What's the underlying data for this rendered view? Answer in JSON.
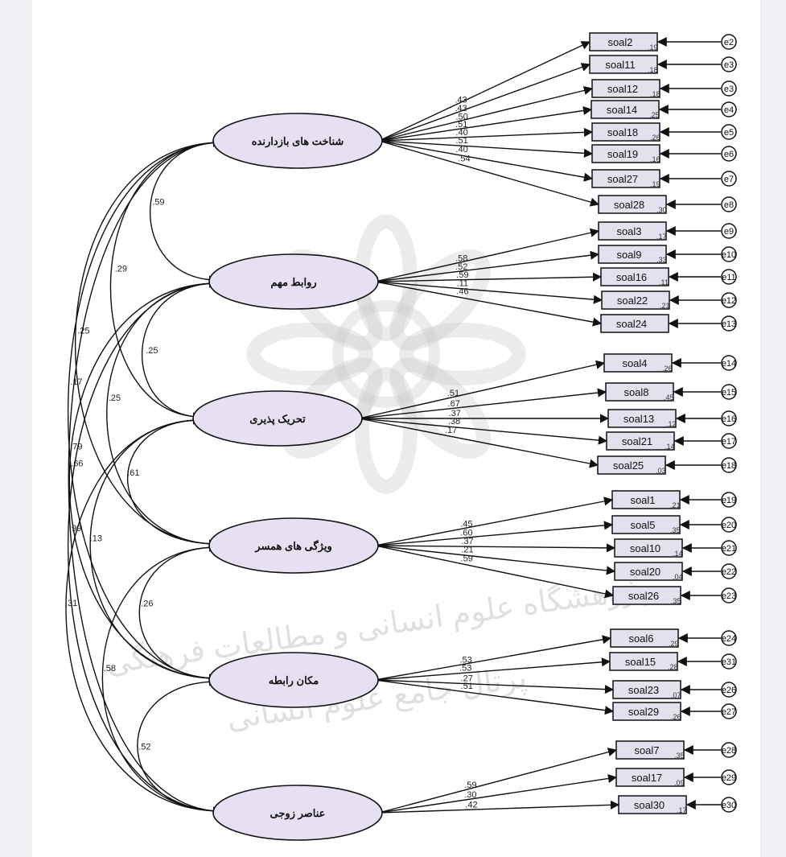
{
  "factors": [
    {
      "label": "شناخت های بازدارنده"
    },
    {
      "label": "روابط مهم"
    },
    {
      "label": "تحریک پذیری"
    },
    {
      "label": "ویژگی های همسر"
    },
    {
      "label": "مکان رابطه"
    },
    {
      "label": "عناصر زوجی"
    }
  ],
  "items": [
    {
      "name": "soal2",
      "error": "e2",
      "r2": ".19"
    },
    {
      "name": "soal11",
      "error": "e3",
      "r2": ".18"
    },
    {
      "name": "soal12",
      "error": "e3",
      "r2": ".18"
    },
    {
      "name": "soal14",
      "error": "e4",
      "r2": ".25"
    },
    {
      "name": "soal18",
      "error": "e5",
      "r2": ".26"
    },
    {
      "name": "soal19",
      "error": "e6",
      "r2": ".16"
    },
    {
      "name": "soal27",
      "error": "e7",
      "r2": ".19"
    },
    {
      "name": "soal28",
      "error": "e8",
      "r2": ".30"
    },
    {
      "name": "soal3",
      "error": "e9",
      "r2": ".17"
    },
    {
      "name": "soal9",
      "error": "e10",
      "r2": ".33"
    },
    {
      "name": "soal16",
      "error": "e11",
      "r2": ".11"
    },
    {
      "name": "soal22",
      "error": "e12",
      "r2": ".21"
    },
    {
      "name": "soal24",
      "error": "e13",
      "r2": ""
    },
    {
      "name": "soal4",
      "error": "e14",
      "r2": ".26"
    },
    {
      "name": "soal8",
      "error": "e15",
      "r2": ".45"
    },
    {
      "name": "soal13",
      "error": "e16",
      "r2": ".12"
    },
    {
      "name": "soal21",
      "error": "e17",
      "r2": ".14"
    },
    {
      "name": "soal25",
      "error": "e18",
      "r2": ".03"
    },
    {
      "name": "soal1",
      "error": "e19",
      "r2": ".21"
    },
    {
      "name": "soal5",
      "error": "e20",
      "r2": ".35"
    },
    {
      "name": "soal10",
      "error": "e21",
      "r2": ".14"
    },
    {
      "name": "soal20",
      "error": "e22",
      "r2": ".04"
    },
    {
      "name": "soal26",
      "error": "e23",
      "r2": ".35"
    },
    {
      "name": "soal6",
      "error": "e24",
      "r2": ".29"
    },
    {
      "name": "soal15",
      "error": "e31",
      "r2": ".28"
    },
    {
      "name": "soal23",
      "error": "e26",
      "r2": ".07"
    },
    {
      "name": "soal29",
      "error": "e27",
      "r2": ".26"
    },
    {
      "name": "soal7",
      "error": "e28",
      "r2": ".35"
    },
    {
      "name": "soal17",
      "error": "e29",
      "r2": ".09"
    },
    {
      "name": "soal30",
      "error": "e30",
      "r2": ".17"
    }
  ],
  "loadings": [
    {
      "factor": 0,
      "item": 0,
      "value": ".43"
    },
    {
      "factor": 0,
      "item": 1,
      "value": ".43"
    },
    {
      "factor": 0,
      "item": 2,
      "value": ".50"
    },
    {
      "factor": 0,
      "item": 3,
      "value": ".51"
    },
    {
      "factor": 0,
      "item": 4,
      "value": ".40"
    },
    {
      "factor": 0,
      "item": 5,
      "value": ".51"
    },
    {
      "factor": 0,
      "item": 6,
      "value": ".40"
    },
    {
      "factor": 0,
      "item": 7,
      "value": ".54"
    },
    {
      "factor": 1,
      "item": 8,
      "value": ".58"
    },
    {
      "factor": 1,
      "item": 9,
      "value": ".52"
    },
    {
      "factor": 1,
      "item": 10,
      "value": ".59"
    },
    {
      "factor": 1,
      "item": 11,
      "value": ".11"
    },
    {
      "factor": 1,
      "item": 12,
      "value": ".46"
    },
    {
      "factor": 2,
      "item": 13,
      "value": ".51"
    },
    {
      "factor": 2,
      "item": 14,
      "value": ".67"
    },
    {
      "factor": 2,
      "item": 15,
      "value": ".37"
    },
    {
      "factor": 2,
      "item": 16,
      "value": ".38"
    },
    {
      "factor": 2,
      "item": 17,
      "value": ".17"
    },
    {
      "factor": 3,
      "item": 18,
      "value": ".45"
    },
    {
      "factor": 3,
      "item": 19,
      "value": ".60"
    },
    {
      "factor": 3,
      "item": 20,
      "value": ".37"
    },
    {
      "factor": 3,
      "item": 21,
      "value": ".21"
    },
    {
      "factor": 3,
      "item": 22,
      "value": ".59"
    },
    {
      "factor": 4,
      "item": 23,
      "value": ".53"
    },
    {
      "factor": 4,
      "item": 24,
      "value": ".53"
    },
    {
      "factor": 4,
      "item": 25,
      "value": ".27"
    },
    {
      "factor": 4,
      "item": 26,
      "value": ".51"
    },
    {
      "factor": 5,
      "item": 27,
      "value": ".59"
    },
    {
      "factor": 5,
      "item": 28,
      "value": ".30"
    },
    {
      "factor": 5,
      "item": 29,
      "value": ".42"
    }
  ],
  "covariances": [
    {
      "from": 0,
      "to": 1,
      "value": ".59"
    },
    {
      "from": 0,
      "to": 2,
      "value": ".29"
    },
    {
      "from": 0,
      "to": 3,
      "value": ".25"
    },
    {
      "from": 0,
      "to": 4,
      "value": ".17"
    },
    {
      "from": 0,
      "to": 5,
      "value": ".79"
    },
    {
      "from": 1,
      "to": 2,
      "value": ".25"
    },
    {
      "from": 1,
      "to": 3,
      "value": ".25"
    },
    {
      "from": 1,
      "to": 4,
      "value": ".66"
    },
    {
      "from": 1,
      "to": 5,
      "value": ".99"
    },
    {
      "from": 2,
      "to": 3,
      "value": ".61"
    },
    {
      "from": 2,
      "to": 4,
      "value": ".13"
    },
    {
      "from": 2,
      "to": 5,
      "value": ".31"
    },
    {
      "from": 3,
      "to": 4,
      "value": ".26"
    },
    {
      "from": 3,
      "to": 5,
      "value": ".58"
    },
    {
      "from": 4,
      "to": 5,
      "value": ".52"
    }
  ],
  "colors": {
    "factor_fill": "#e6e0f2",
    "item_fill": "#e4e0ee",
    "stroke": "#111111",
    "watermark": "#c8c8c8"
  },
  "watermark_text_1": "پژوهشگاه علوم انسانی و مطالعات فرهنگی",
  "watermark_text_2": "پرتال جامع علوم انسانی"
}
